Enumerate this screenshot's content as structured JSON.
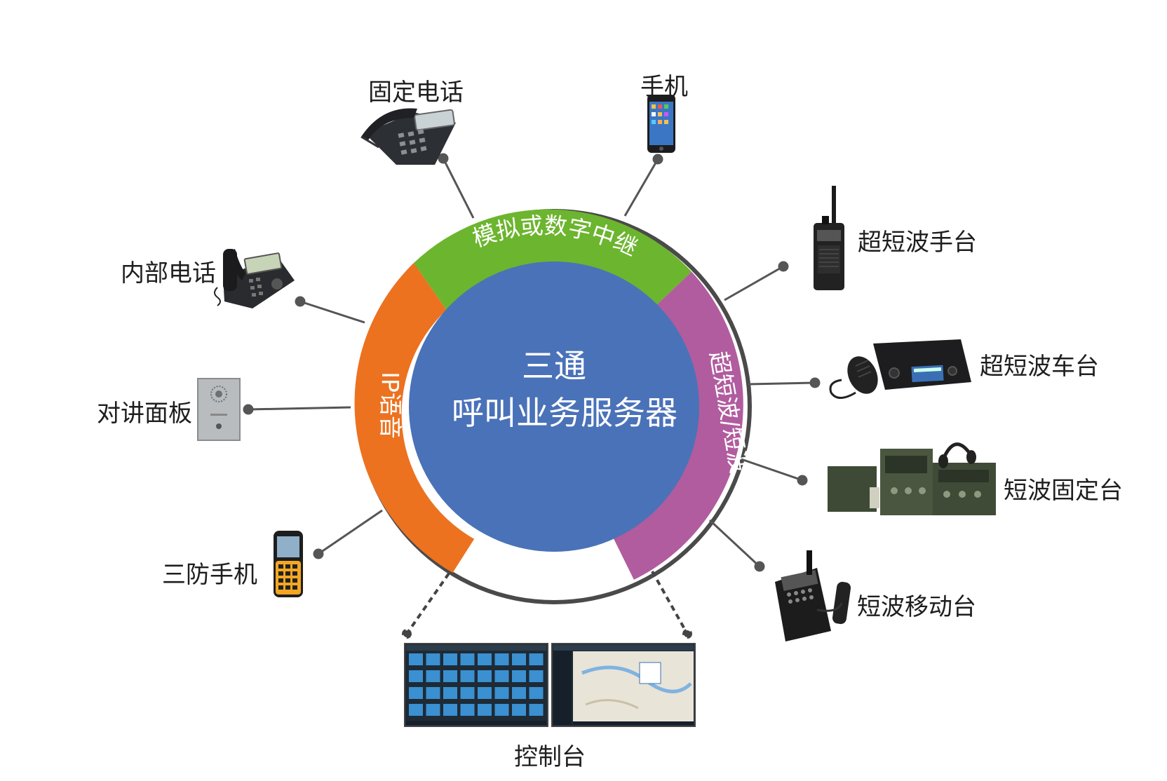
{
  "center": {
    "line1": "三通",
    "line2": "呼叫业务服务器"
  },
  "ring": {
    "top": "模拟或数字中继",
    "left": "IP语音",
    "right": "超短波/短波"
  },
  "devices": {
    "fixed_phone": "固定电话",
    "mobile_phone": "手机",
    "internal_phone": "内部电话",
    "intercom_panel": "对讲面板",
    "rugged_phone": "三防手机",
    "vhf_handheld": "超短波手台",
    "vhf_vehicle": "超短波车台",
    "hf_fixed": "短波固定台",
    "hf_mobile": "短波移动台",
    "console": "控制台"
  },
  "colors": {
    "center": "#4a72b8",
    "top_segment": "#6cb52e",
    "left_segment": "#ec7220",
    "right_segment": "#b15c9e",
    "ring_outline": "#4a4a4a",
    "connector": "#555555"
  }
}
